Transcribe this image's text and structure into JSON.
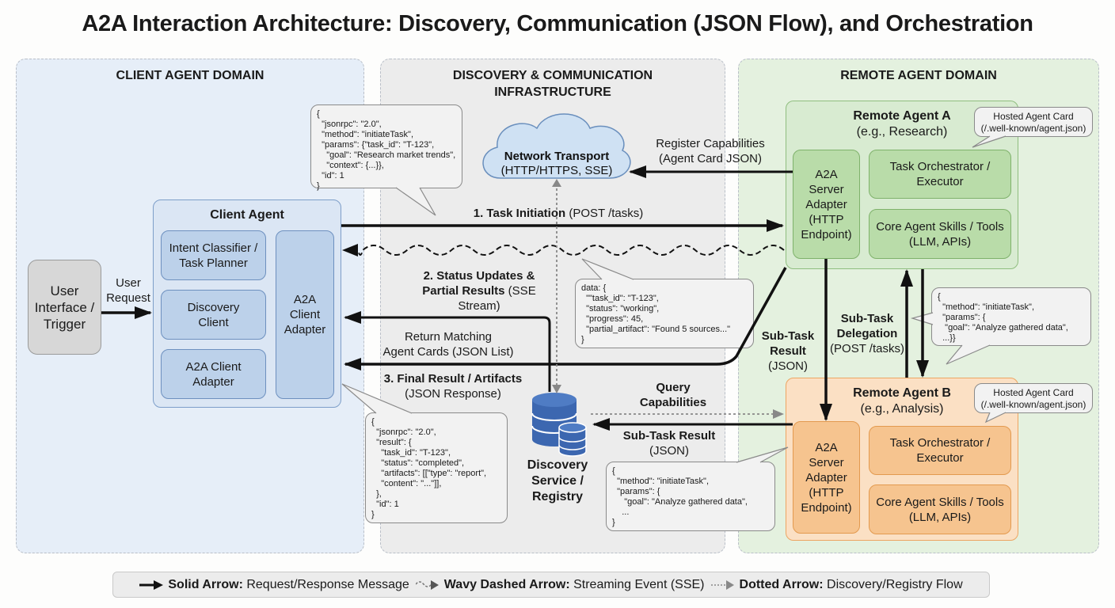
{
  "title": "A2A Interaction Architecture: Discovery, Communication (JSON Flow), and Orchestration",
  "domains": {
    "client": "CLIENT AGENT DOMAIN",
    "infra_line1": "DISCOVERY & COMMUNICATION",
    "infra_line2": "INFRASTRUCTURE",
    "remote": "REMOTE AGENT DOMAIN"
  },
  "user_interface": {
    "line1": "User",
    "line2": "Interface /",
    "line3": "Trigger",
    "arrow_label_line1": "User",
    "arrow_label_line2": "Request"
  },
  "client_agent": {
    "title": "Client Agent",
    "components": [
      {
        "line1": "Intent Classifier /",
        "line2": "Task Planner"
      },
      {
        "line1": "Discovery",
        "line2": "Client"
      },
      {
        "line1": "A2A Client",
        "line2": "Adapter"
      }
    ],
    "adapter": {
      "line1": "A2A",
      "line2": "Client",
      "line3": "Adapter"
    }
  },
  "network": {
    "title": "Network Transport",
    "subtitle": "(HTTP/HTTPS, SSE)"
  },
  "discovery_service": {
    "line1": "Discovery",
    "line2": "Service /",
    "line3": "Registry"
  },
  "remote_a": {
    "title": "Remote Agent A",
    "subtitle": "(e.g., Research)",
    "server_adapter": {
      "line1": "A2A",
      "line2": "Server",
      "line3": "Adapter",
      "line4": "(HTTP",
      "line5": "Endpoint)"
    },
    "orchestrator": {
      "line1": "Task Orchestrator /",
      "line2": "Executor"
    },
    "skills": {
      "line1": "Core Agent Skills / Tools",
      "line2": "(LLM, APIs)"
    },
    "card_line1": "Hosted Agent Card",
    "card_line2": "(/.well-known/agent.json)"
  },
  "remote_b": {
    "title": "Remote Agent B",
    "subtitle": "(e.g., Analysis)",
    "server_adapter": {
      "line1": "A2A",
      "line2": "Server",
      "line3": "Adapter",
      "line4": "(HTTP",
      "line5": "Endpoint)"
    },
    "orchestrator": {
      "line1": "Task Orchestrator /",
      "line2": "Executor"
    },
    "skills": {
      "line1": "Core Agent Skills / Tools",
      "line2": "(LLM, APIs)"
    },
    "card_line1": "Hosted Agent Card",
    "card_line2": "(/.well-known/agent.json)"
  },
  "flows": {
    "task_initiation_bold": "1. Task Initiation",
    "task_initiation_rest": " (POST /tasks)",
    "status_bold_1": "2. Status Updates &",
    "status_bold_2": "Partial Results",
    "status_rest_2": " (SSE",
    "status_rest_3": "Stream)",
    "return_cards_1": "Return Matching",
    "return_cards_2": "Agent Cards (JSON List)",
    "final_bold": "3. Final Result / Artifacts",
    "final_rest": "(JSON Response)",
    "register_1": "Register Capabilities",
    "register_2": "(Agent Card JSON)",
    "query_1": "Query",
    "query_2": "Capabilities",
    "subtask_result_bottom_bold": "Sub-Task Result",
    "subtask_result_bottom_rest": "(JSON)",
    "subtask_result_side_1": "Sub-Task",
    "subtask_result_side_2": "Result",
    "subtask_result_side_3": "(JSON)",
    "delegation_1": "Sub-Task",
    "delegation_2": "Delegation",
    "delegation_3": "(POST /tasks)"
  },
  "json_bubbles": {
    "initiate_request": "{\n  \"jsonrpc\": \"2.0\",\n  \"method\": \"initiateTask\",\n  \"params\": {\"task_id\": \"T-123\",\n    \"goal\": \"Research market trends\",\n    \"context\": {...}},\n  \"id\": 1\n}",
    "sse_event": "data: {\n  \"\"task_id\": \"T-123\",\n  \"status\": \"working\",\n  \"progress\": 45,\n  \"partial_artifact\": \"Found 5 sources...\"\n}",
    "final_response": "{\n  \"jsonrpc\": \"2.0\",\n  \"result\": {\n    \"task_id\": \"T-123\",\n    \"status\": \"completed\",\n    \"artifacts\": [[\"type\": \"report\",\n    \"content\": \"...\"]],\n  },\n  \"id\": 1\n}",
    "delegation_request": "{\n  \"method\": \"initiateTask\",\n  \"params\": {\n   \"goal\": \"Analyze gathered data\",\n  ...}}",
    "subtask_request_bottom": "{\n  \"method\": \"initiateTask\",\n  \"params\": {\n     \"goal\": \"Analyze gathered data\",\n    ...\n}"
  },
  "legend": {
    "solid_label": "Solid Arrow:",
    "solid_desc": "Request/Response Message",
    "wavy_label": "Wavy Dashed Arrow:",
    "wavy_desc": "Streaming Event (SSE)",
    "dotted_label": "Dotted Arrow:",
    "dotted_desc": "Discovery/Registry Flow"
  },
  "colors": {
    "client_domain": "#e6eef8",
    "infra_domain": "#ececec",
    "remote_domain": "#e4f1df",
    "blue_component": "#bcd1ea",
    "green_component": "#b9dca9",
    "orange_component": "#f6c48f",
    "database": "#3c67b0"
  }
}
